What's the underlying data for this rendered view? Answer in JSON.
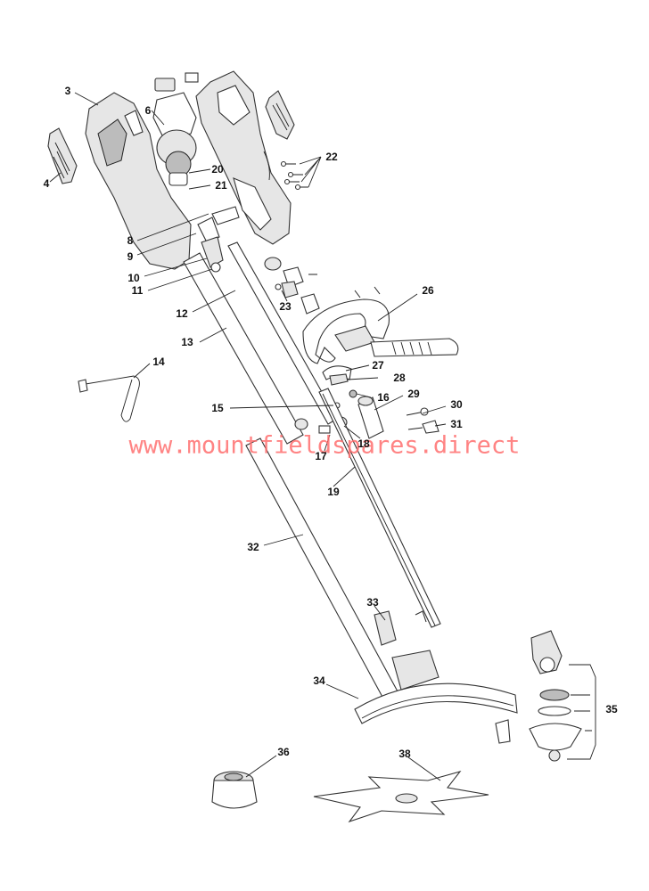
{
  "watermark": "www.mountfieldspares.direct",
  "labels": {
    "l3": "3",
    "l4": "4",
    "l6": "6",
    "l8": "8",
    "l9": "9",
    "l10": "10",
    "l11": "11",
    "l12": "12",
    "l13": "13",
    "l14": "14",
    "l15": "15",
    "l16": "16",
    "l17": "17",
    "l18": "18",
    "l19": "19",
    "l20": "20",
    "l21": "21",
    "l22": "22",
    "l23": "23",
    "l26": "26",
    "l27": "27",
    "l28": "28",
    "l29": "29",
    "l30": "30",
    "l31": "31",
    "l32": "32",
    "l33": "33",
    "l34": "34",
    "l35": "35",
    "l36": "36",
    "l38": "38"
  }
}
